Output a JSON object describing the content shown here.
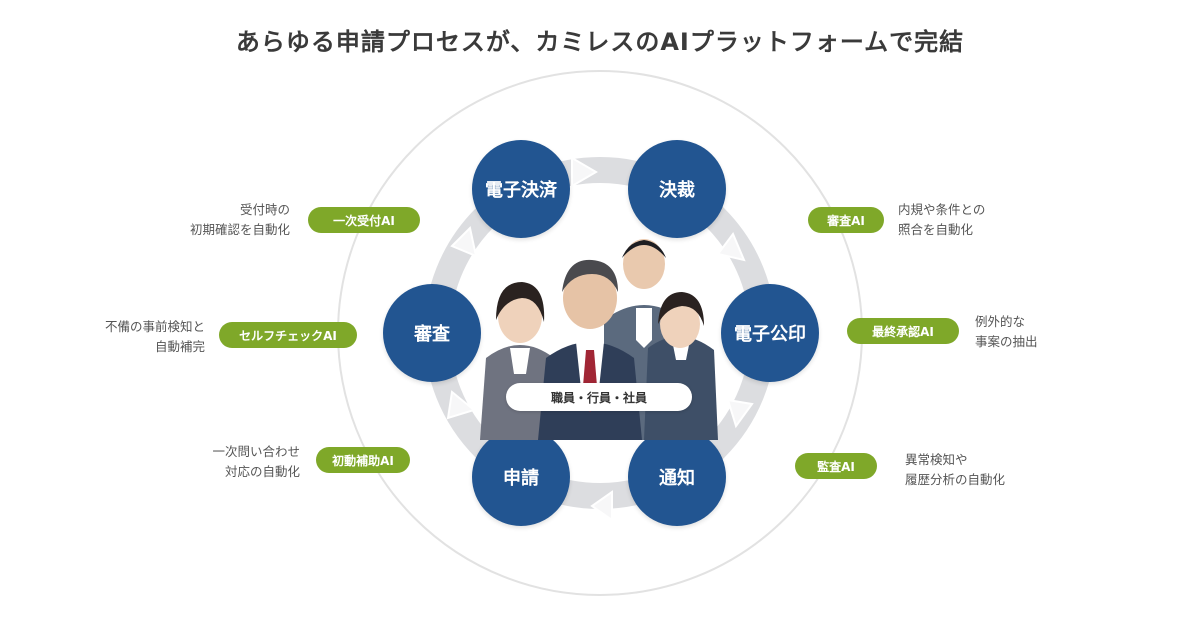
{
  "title": "あらゆる申請プロセスが、カミレスのAIプラットフォームで完結",
  "center_label": "職員・行員・社員",
  "colors": {
    "node": "#225591",
    "pill": "#7fa829",
    "ring": "#dcdde0",
    "outer_ring": "#e2e2e2"
  },
  "stages": [
    {
      "id": "denshi-kessai",
      "label": "電子決済"
    },
    {
      "id": "kessai",
      "label": "決裁"
    },
    {
      "id": "denshi-kouin",
      "label": "電子公印"
    },
    {
      "id": "tsuchi",
      "label": "通知"
    },
    {
      "id": "shinsei",
      "label": "申請"
    },
    {
      "id": "shinsa",
      "label": "審査"
    }
  ],
  "ai_features": [
    {
      "id": "uketsuke",
      "pill": "一次受付AI",
      "desc": [
        "受付時の",
        "初期確認を自動化"
      ]
    },
    {
      "id": "self-check",
      "pill": "セルフチェックAI",
      "desc": [
        "不備の事前検知と",
        "自動補完"
      ]
    },
    {
      "id": "shodou",
      "pill": "初動補助AI",
      "desc": [
        "一次問い合わせ",
        "対応の自動化"
      ]
    },
    {
      "id": "shinsa-ai",
      "pill": "審査AI",
      "desc": [
        "内規や条件との",
        "照合を自動化"
      ]
    },
    {
      "id": "saishu",
      "pill": "最終承認AI",
      "desc": [
        "例外的な",
        "事案の抽出"
      ]
    },
    {
      "id": "kansa",
      "pill": "監査AI",
      "desc": [
        "異常検知や",
        "履歴分析の自動化"
      ]
    }
  ]
}
